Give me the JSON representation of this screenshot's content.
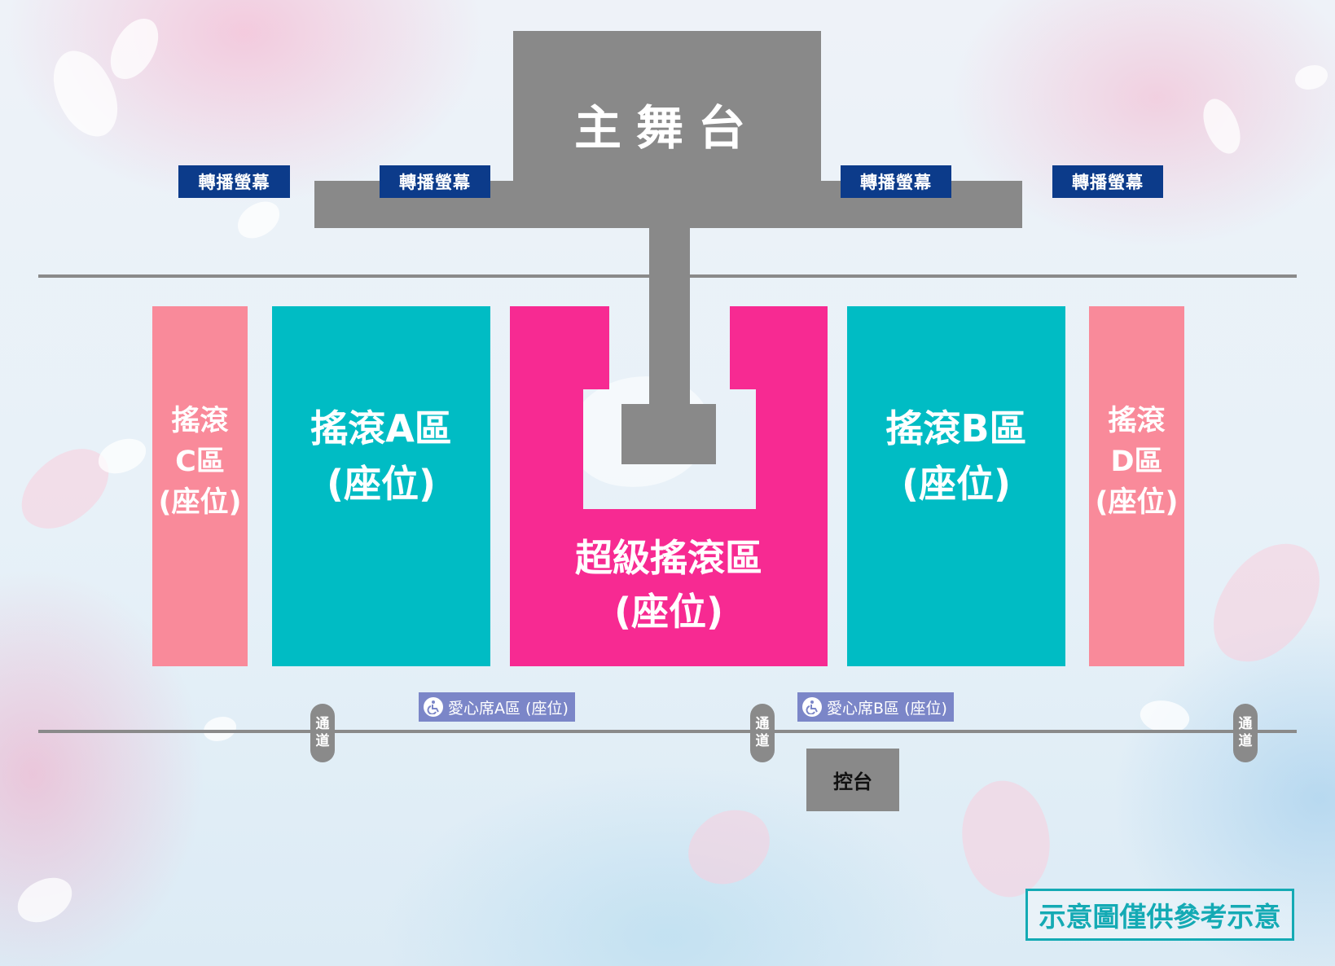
{
  "stage": {
    "title": "主舞台"
  },
  "screens": [
    "轉播螢幕",
    "轉播螢幕",
    "轉播螢幕",
    "轉播螢幕"
  ],
  "zones": {
    "rock_c": {
      "line1": "搖滾",
      "line2": "C區",
      "line3": "(座位)"
    },
    "rock_a": {
      "line1": "搖滾A區",
      "line2": "(座位)"
    },
    "super_rock": {
      "line1": "超級搖滾區",
      "line2": "(座位)"
    },
    "rock_b": {
      "line1": "搖滾B區",
      "line2": "(座位)"
    },
    "rock_d": {
      "line1": "搖滾",
      "line2": "D區",
      "line3": "(座位)"
    }
  },
  "accessible": {
    "a": "愛心席A區 (座位)",
    "b": "愛心席B區 (座位)"
  },
  "aisle": {
    "line1": "通",
    "line2": "道"
  },
  "console": "控台",
  "note": "示意圖僅供參考示意",
  "icons": [
    "wheelchair-icon"
  ],
  "colors": {
    "stage": "#898989",
    "screen": "#0c3b8a",
    "rock_side": "#f98a9a",
    "rock_center": "#00bcc4",
    "super_rock": "#f72a92",
    "accessible": "#7b86c8",
    "note": "#14aab4"
  }
}
